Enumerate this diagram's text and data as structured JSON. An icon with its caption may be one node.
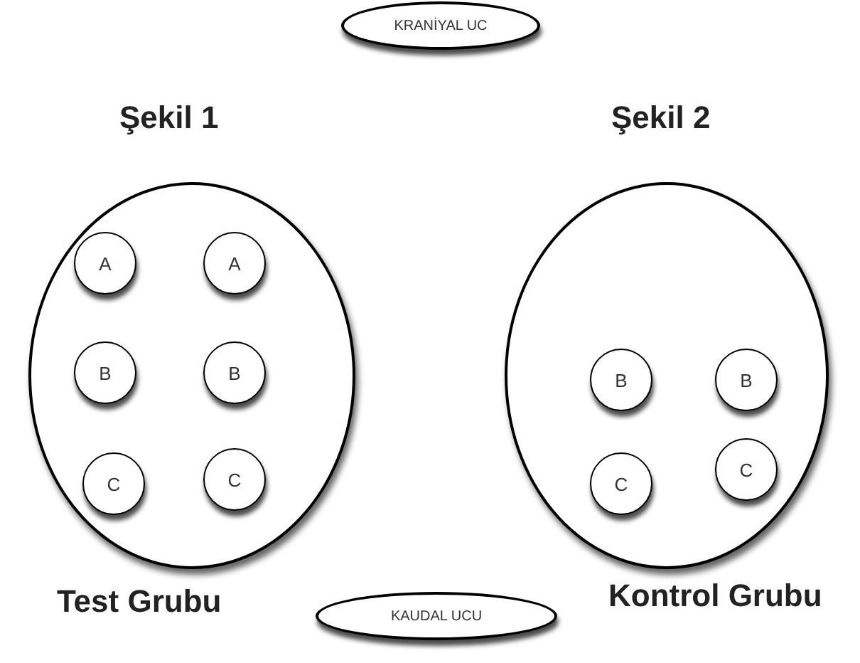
{
  "diagram": {
    "nodes": [
      {
        "text": [
          "KRANİYAL UC"
        ]
      },
      {
        "text": [
          "Şekil 1",
          "Test Grubu"
        ]
      },
      {
        "text": [
          "A"
        ],
        "in": 1
      },
      {
        "text": [
          "A"
        ],
        "in": 1
      },
      {
        "text": [
          "B"
        ],
        "in": 1
      },
      {
        "text": [
          "B"
        ],
        "in": 1
      },
      {
        "text": [
          "C"
        ],
        "in": 1
      },
      {
        "text": [
          "C"
        ],
        "in": 1
      },
      {
        "text": [
          "Şekil 2",
          "Kontrol Grubu"
        ]
      },
      {
        "text": [
          "B"
        ],
        "in": 8
      },
      {
        "text": [
          "B"
        ],
        "in": 8
      },
      {
        "text": [
          "C"
        ],
        "in": 8
      },
      {
        "text": [
          "C"
        ],
        "in": 8
      },
      {
        "text": [
          "KAUDAL UCU"
        ]
      }
    ]
  }
}
